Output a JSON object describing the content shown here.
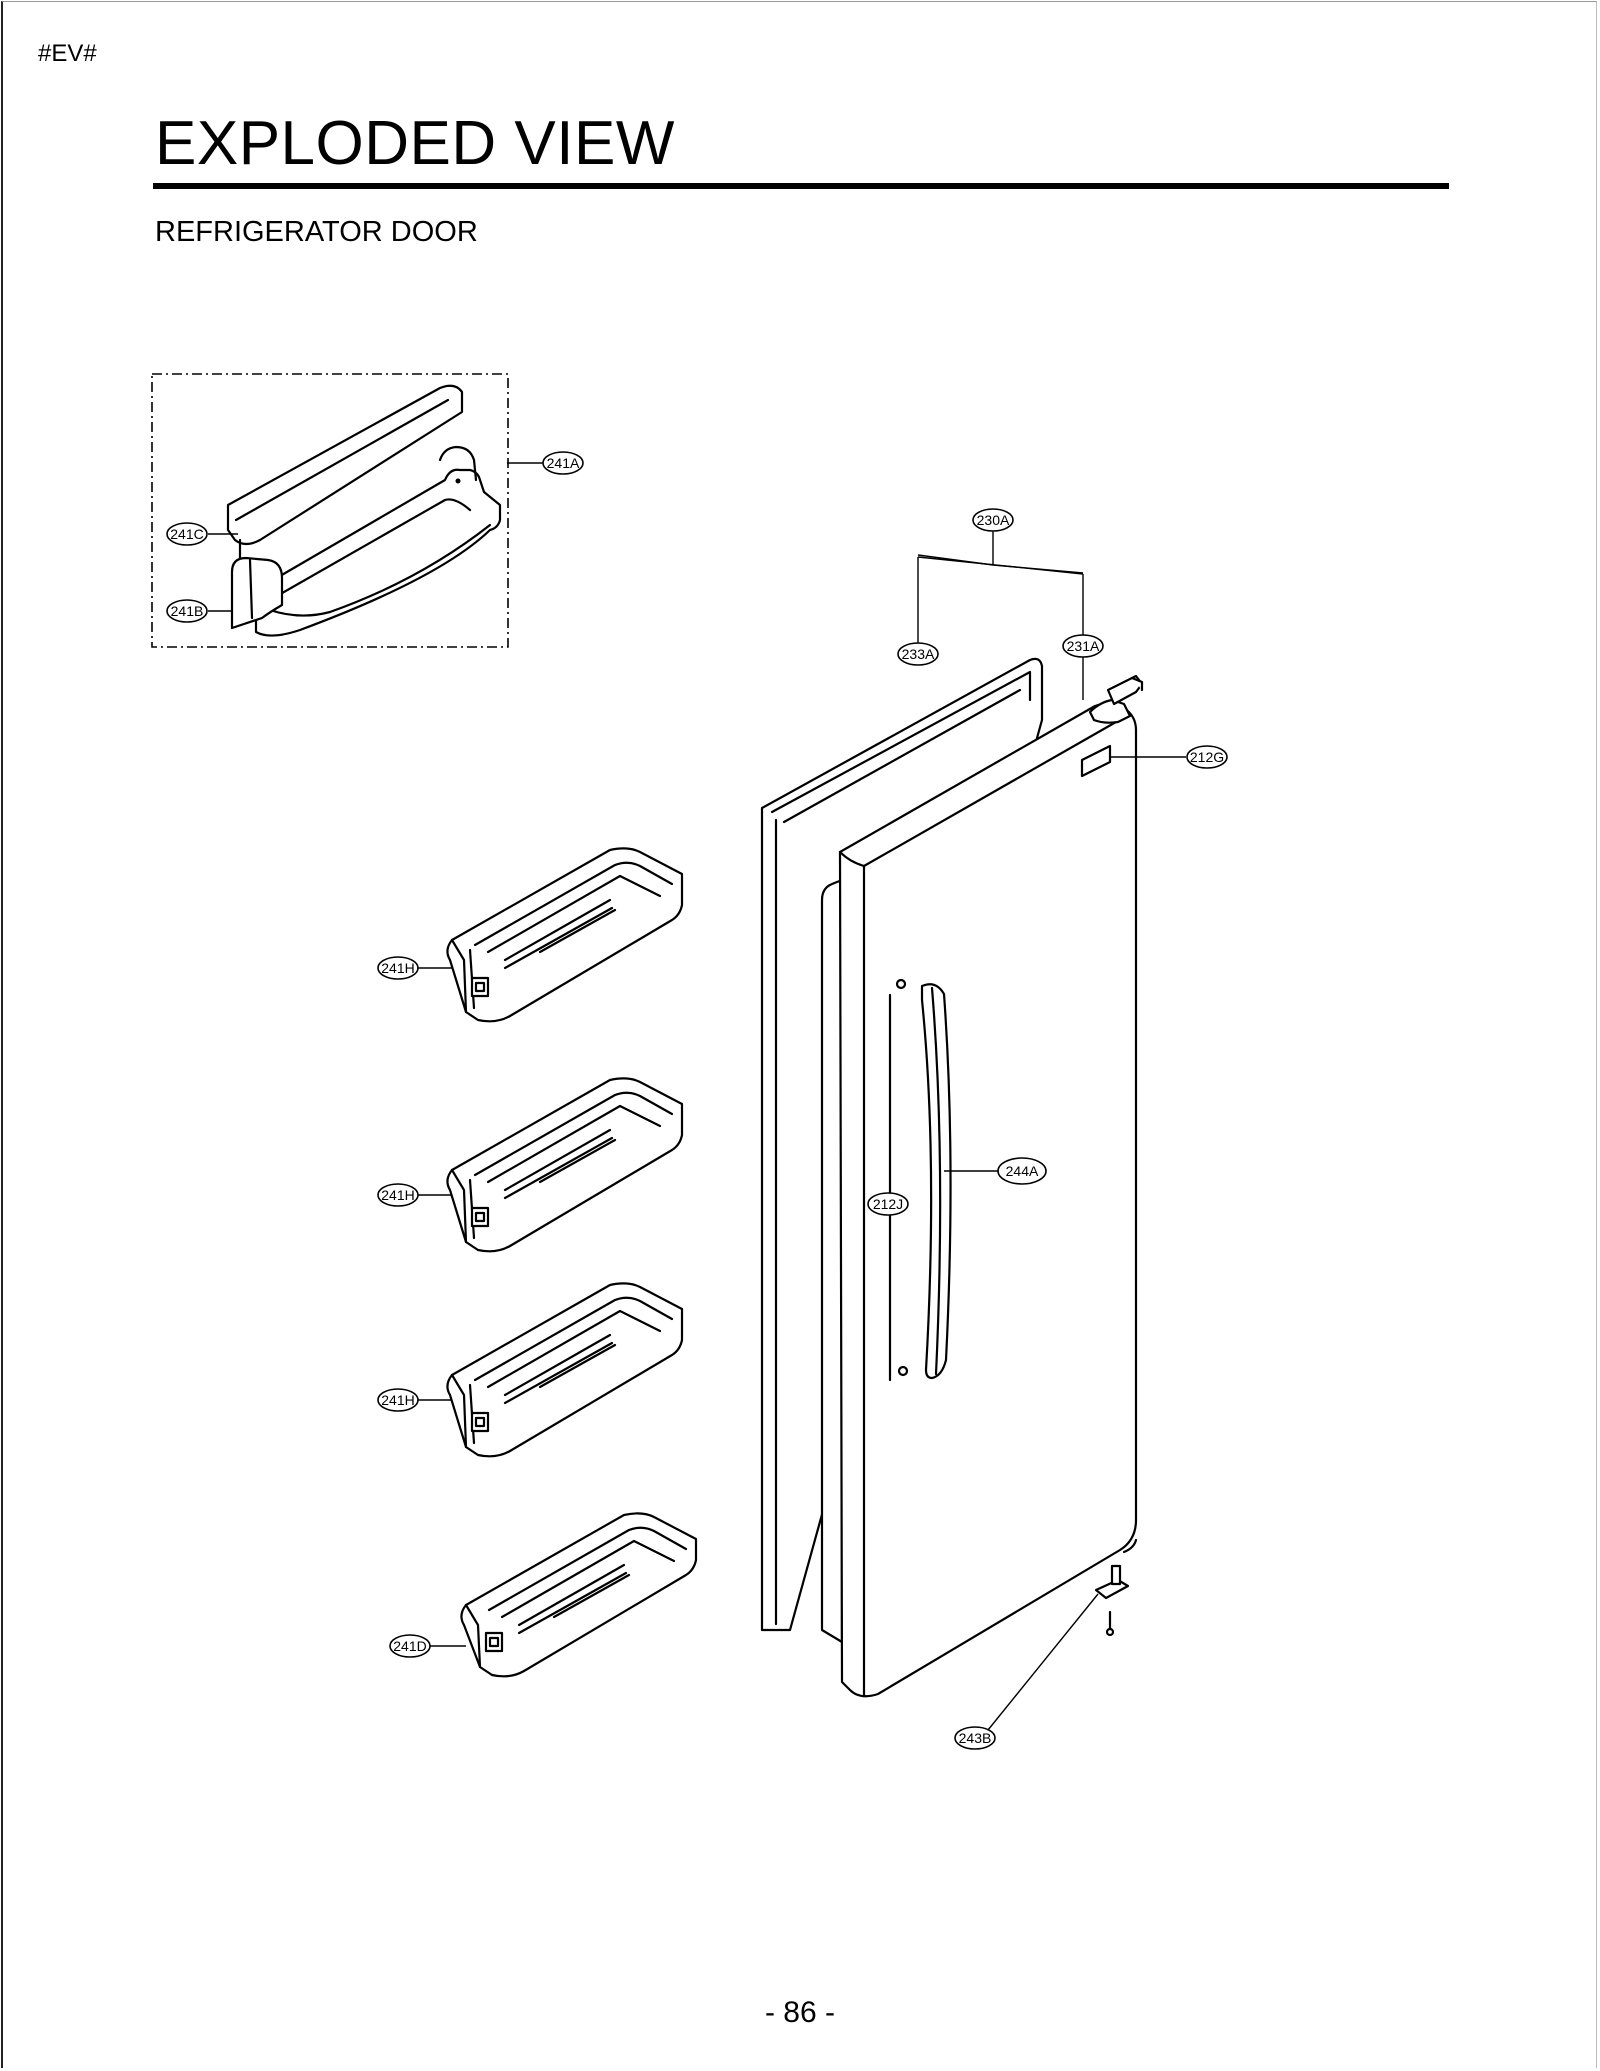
{
  "page": {
    "tag": "#EV#",
    "title": "EXPLODED VIEW",
    "subtitle": "REFRIGERATOR DOOR",
    "page_number": "- 86 -"
  },
  "callouts": {
    "c241A": "241A",
    "c241C": "241C",
    "c241B": "241B",
    "c230A": "230A",
    "c233A": "233A",
    "c231A": "231A",
    "c212G": "212G",
    "c241H_1": "241H",
    "c241H_2": "241H",
    "c241H_3": "241H",
    "c241D": "241D",
    "c244A": "244A",
    "c212J": "212J",
    "c243B": "243B"
  }
}
